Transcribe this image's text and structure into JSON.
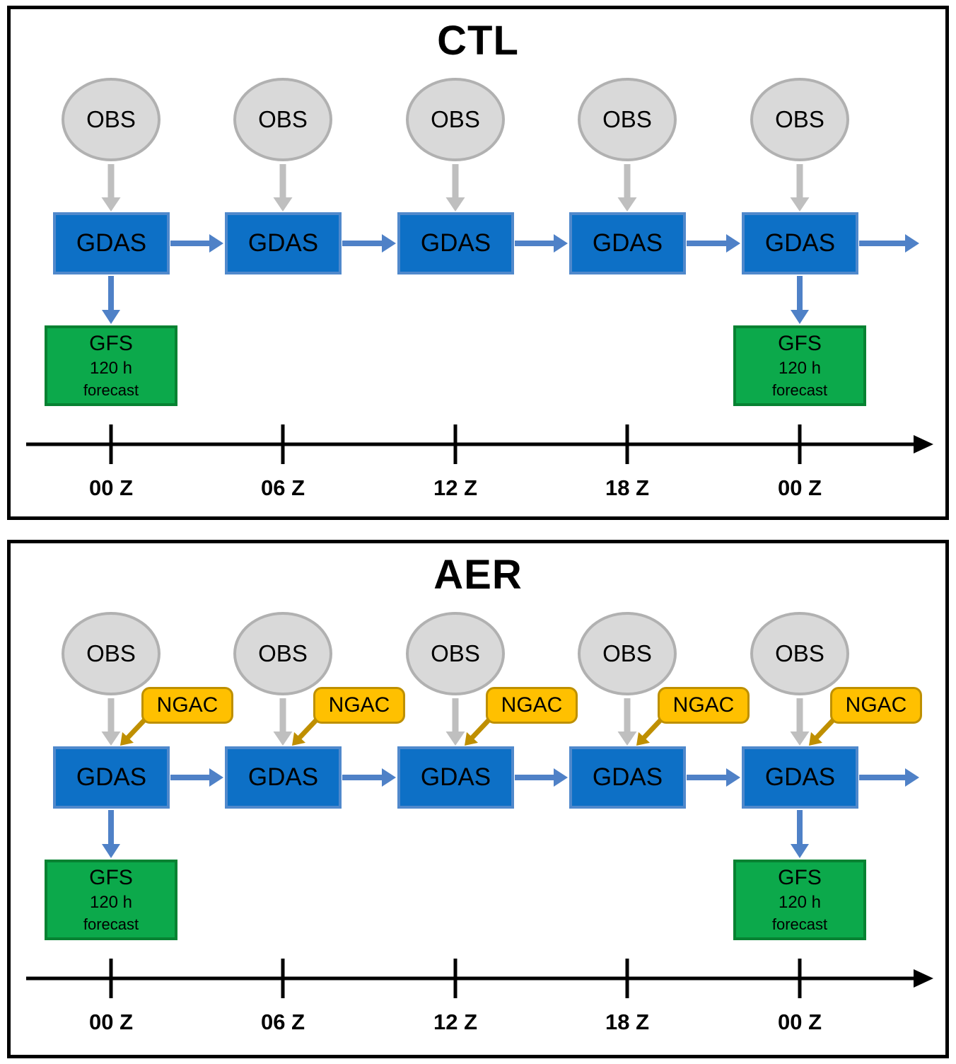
{
  "colors": {
    "panel_border": "#000000",
    "text": "#000000",
    "obs_fill": "#D9D9D9",
    "obs_border": "#B1B1B1",
    "gray_arrow": "#BFBFBF",
    "gdas_fill": "#0D70C6",
    "gdas_border": "#5089CC",
    "blue_arrow": "#4F81C7",
    "gfs_fill": "#0CA94B",
    "gfs_border": "#078232",
    "ngac_fill": "#FFC000",
    "ngac_border": "#BE9000",
    "ngac_arrow": "#BF8F00",
    "timeline": "#000000"
  },
  "panels": [
    {
      "title": "CTL",
      "obs_label": "OBS",
      "gdas_label": "GDAS",
      "gfs": {
        "line1": "GFS",
        "line2": "120 h",
        "line3": "forecast"
      },
      "columns": 5,
      "gfs_columns": [
        0,
        4
      ],
      "has_ngac": false,
      "timeline_labels": [
        "00 Z",
        "06 Z",
        "12 Z",
        "18 Z",
        "00 Z"
      ]
    },
    {
      "title": "AER",
      "obs_label": "OBS",
      "gdas_label": "GDAS",
      "ngac_label": "NGAC",
      "gfs": {
        "line1": "GFS",
        "line2": "120 h",
        "line3": "forecast"
      },
      "columns": 5,
      "gfs_columns": [
        0,
        4
      ],
      "has_ngac": true,
      "timeline_labels": [
        "00 Z",
        "06 Z",
        "12 Z",
        "18 Z",
        "00 Z"
      ]
    }
  ]
}
